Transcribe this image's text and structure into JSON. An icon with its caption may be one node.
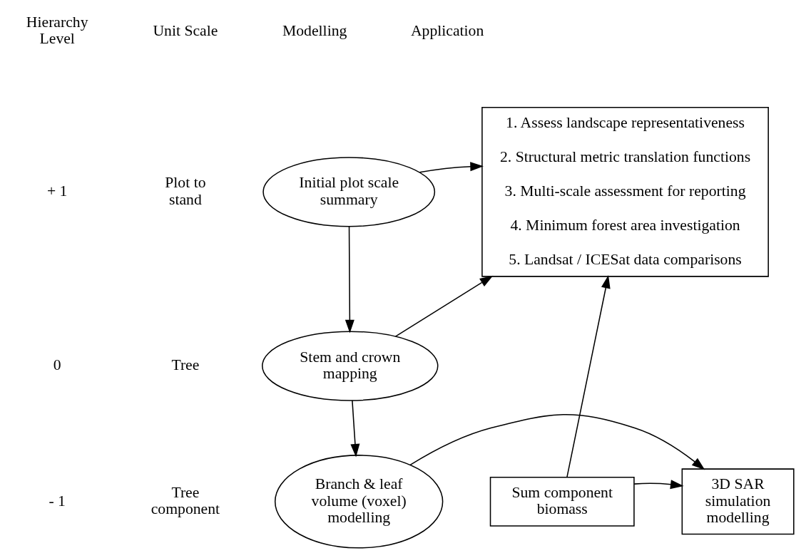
{
  "diagram": {
    "nodes": [
      {
        "text": [
          "Initial plot scale summary"
        ]
      },
      {
        "text": [
          "1. Assess landscape representativeness",
          "2. Structural metric translation functions",
          "3. Multi-scale assessment for reporting",
          "4. Minimum forest area investigation",
          "5. Landsat / ICESat data comparisons"
        ]
      },
      {
        "text": [
          "Stem and crown mapping"
        ]
      },
      {
        "text": [
          "Sum component biomass"
        ]
      },
      {
        "text": [
          "Branch & leaf volume (voxel) modelling"
        ]
      },
      {
        "text": [
          "3D SAR simulation modelling"
        ]
      }
    ],
    "edges": [
      {
        "from": 0,
        "to": 1,
        "arrow": "to"
      },
      {
        "from": 0,
        "to": 2,
        "arrow": "to"
      },
      {
        "from": 2,
        "to": 1,
        "arrow": "to"
      },
      {
        "from": 2,
        "to": 4,
        "arrow": "to"
      },
      {
        "from": 3,
        "to": 1,
        "arrow": "to"
      },
      {
        "from": 4,
        "to": 5,
        "arrow": "to"
      },
      {
        "from": 3,
        "to": 5,
        "arrow": "to"
      }
    ],
    "labels": [
      "Hierarchy Level",
      "Unit Scale",
      "Modelling",
      "Application",
      "+ 1",
      "Plot to stand",
      "0",
      "Tree",
      "- 1",
      "Tree component"
    ]
  }
}
